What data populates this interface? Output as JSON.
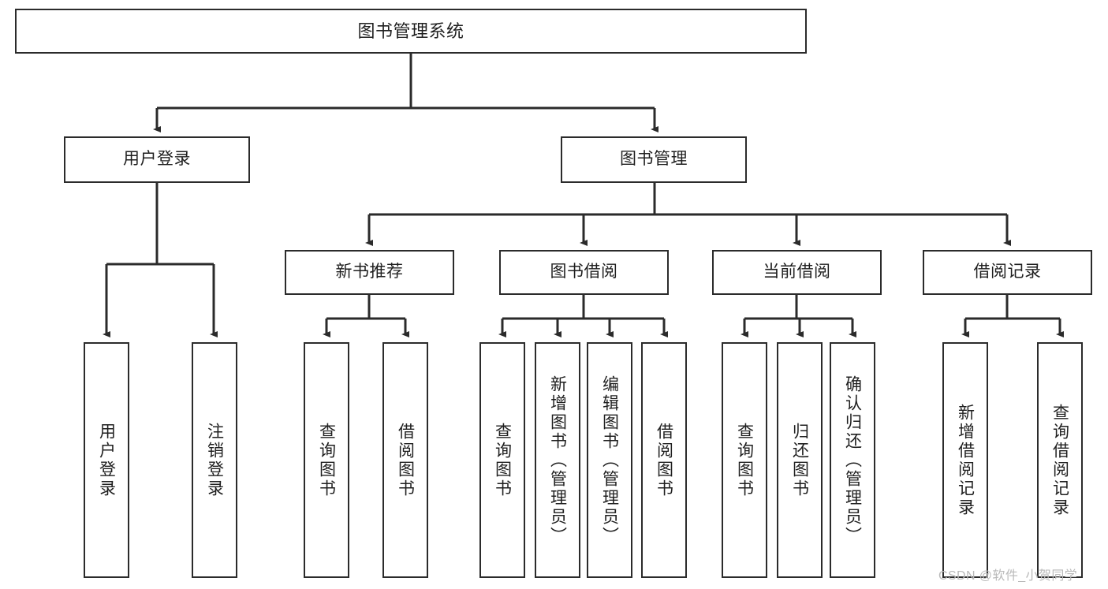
{
  "diagram": {
    "title": "图书管理系统",
    "type": "tree",
    "watermark": "CSDN @软件_小贺同学",
    "colors": {
      "box_border": "#2b2b2b",
      "box_fill": "#ffffff",
      "edge": "#2b2b2b",
      "text": "#1f1f1f",
      "watermark": "#b9b9b9",
      "background": "#ffffff"
    },
    "nodes": {
      "root": {
        "label": "图书管理系统"
      },
      "level1": [
        {
          "id": "user-login",
          "label": "用户登录"
        },
        {
          "id": "book-manage",
          "label": "图书管理"
        }
      ],
      "level2": [
        {
          "id": "new-book-recommend",
          "label": "新书推荐"
        },
        {
          "id": "book-borrow",
          "label": "图书借阅"
        },
        {
          "id": "current-borrow",
          "label": "当前借阅"
        },
        {
          "id": "borrow-record",
          "label": "借阅记录"
        }
      ],
      "leaves": {
        "user-login": [
          {
            "id": "leaf-user-login",
            "label": "用户登录"
          },
          {
            "id": "leaf-user-logout",
            "label": "注销登录"
          }
        ],
        "new-book-recommend": [
          {
            "id": "leaf-query-book-1",
            "label": "查询图书"
          },
          {
            "id": "leaf-borrow-book-1",
            "label": "借阅图书"
          }
        ],
        "book-borrow": [
          {
            "id": "leaf-query-book-2",
            "label": "查询图书"
          },
          {
            "id": "leaf-add-book",
            "label": "新增图书（管理员）"
          },
          {
            "id": "leaf-edit-book",
            "label": "编辑图书（管理员）"
          },
          {
            "id": "leaf-borrow-book-2",
            "label": "借阅图书"
          }
        ],
        "current-borrow": [
          {
            "id": "leaf-query-book-3",
            "label": "查询图书"
          },
          {
            "id": "leaf-return-book",
            "label": "归还图书"
          },
          {
            "id": "leaf-confirm-return",
            "label": "确认归还（管理员）"
          }
        ],
        "borrow-record": [
          {
            "id": "leaf-add-record",
            "label": "新增借阅记录"
          },
          {
            "id": "leaf-query-record",
            "label": "查询借阅记录"
          }
        ]
      }
    }
  }
}
